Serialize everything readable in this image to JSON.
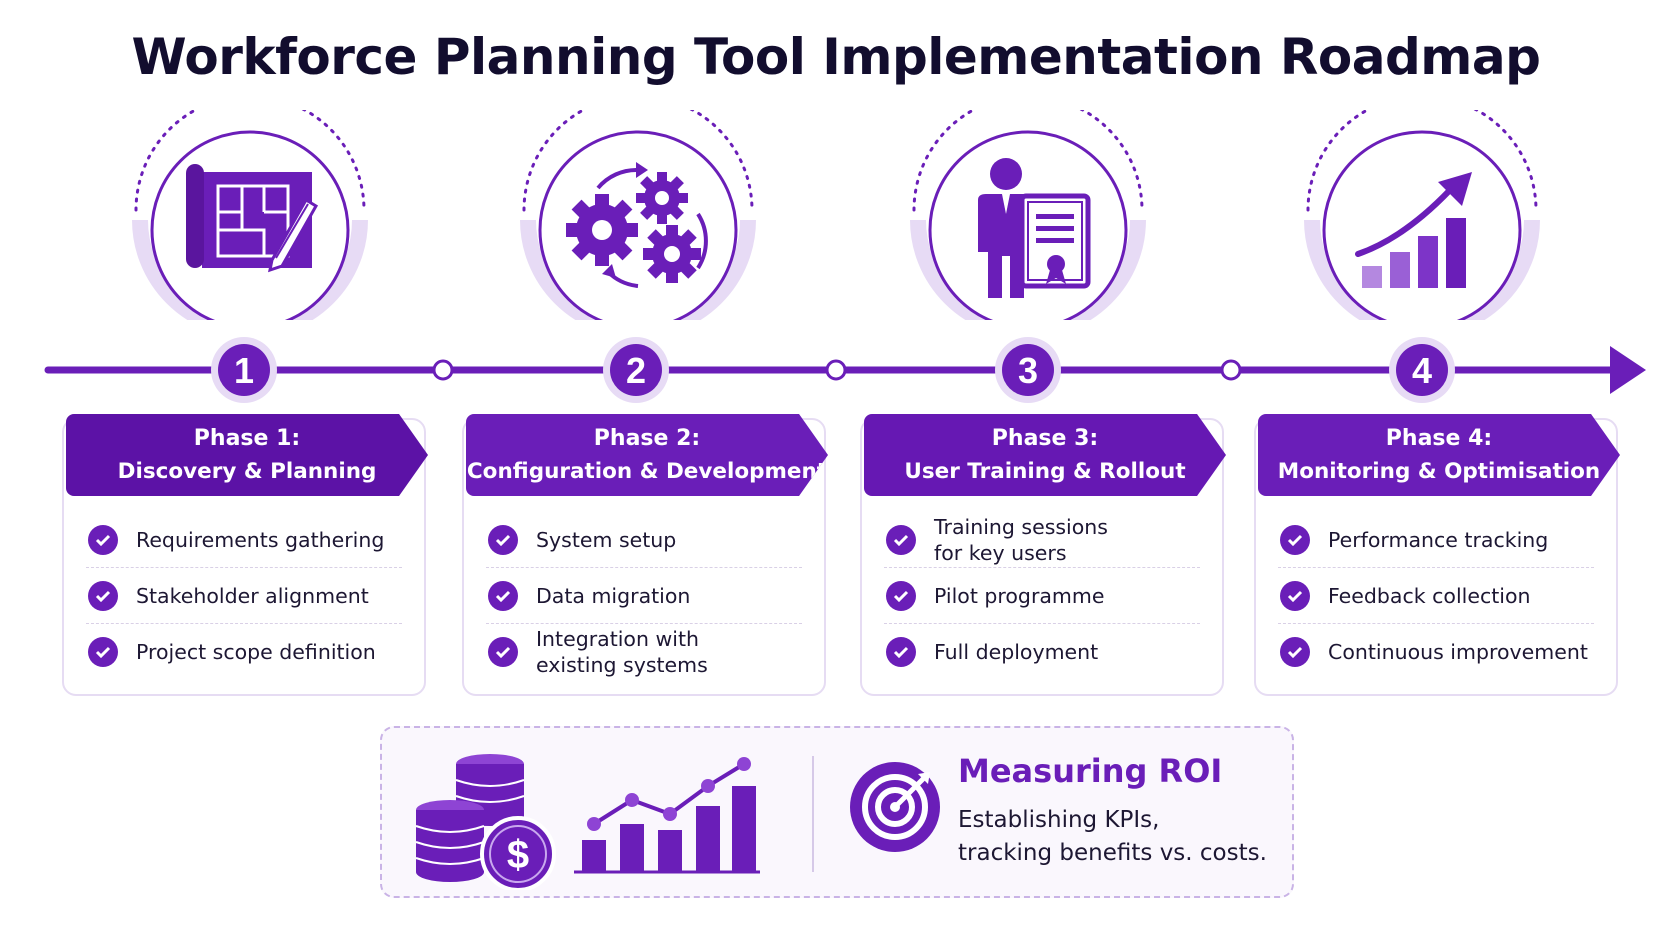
{
  "title": "Workforce Planning Tool Implementation Roadmap",
  "colors": {
    "primary": "#6a1eb8",
    "dark": "#4b0e8c",
    "light": "#e7dbf5",
    "text": "#120d2e"
  },
  "phases": [
    {
      "number": "1",
      "icon": "blueprint-pencil-icon",
      "heading": "Phase 1:",
      "subheading": "Discovery & Planning",
      "items": [
        "Requirements gathering",
        "Stakeholder alignment",
        "Project scope definition"
      ]
    },
    {
      "number": "2",
      "icon": "gears-cycle-icon",
      "heading": "Phase 2:",
      "subheading": "Configuration & Development",
      "items": [
        "System setup",
        "Data migration",
        "Integration with\nexisting systems"
      ]
    },
    {
      "number": "3",
      "icon": "person-certificate-icon",
      "heading": "Phase 3:",
      "subheading": "User Training & Rollout",
      "items": [
        "Training sessions\nfor key users",
        "Pilot programme",
        "Full deployment"
      ]
    },
    {
      "number": "4",
      "icon": "growth-chart-icon",
      "heading": "Phase 4:",
      "subheading": "Monitoring & Optimisation",
      "items": [
        "Performance tracking",
        "Feedback collection",
        "Continuous improvement"
      ]
    }
  ],
  "roi": {
    "title": "Measuring ROI",
    "description_line1": "Establishing KPIs,",
    "description_line2": "tracking benefits vs. costs.",
    "icons": [
      "coins-dollar-icon",
      "bar-line-chart-icon",
      "target-arrow-icon"
    ]
  }
}
